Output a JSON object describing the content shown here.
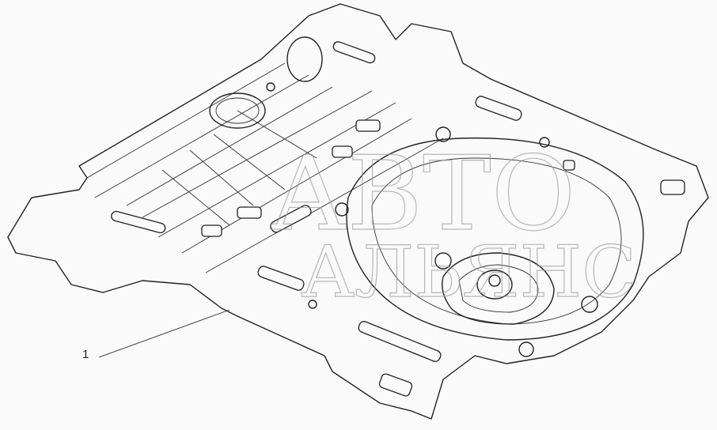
{
  "diagram": {
    "title": "",
    "callouts": [
      {
        "number": "1"
      }
    ],
    "watermark": {
      "line1": "АВТО",
      "line2": "АЛЬЯНС"
    },
    "line_color": "#222222",
    "background": "#fafafa"
  }
}
